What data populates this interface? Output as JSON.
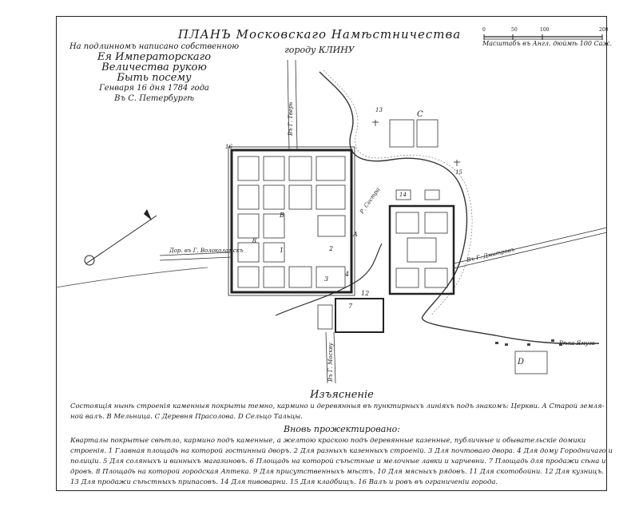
{
  "title": "ПЛАНЪ Московскаго Намѣстничества",
  "subtitle": "городу КЛИНУ",
  "approval": {
    "line1": "На подлинномъ написано собственною",
    "line2": "Ея Императорскаго Величества рукою",
    "line3": "Быть посему",
    "line4": "Генваря 16 дня 1784 года",
    "line5": "Въ С. Петербургѣ"
  },
  "scale": {
    "ticks": [
      "0",
      "50",
      "100",
      "200"
    ],
    "label": "Масштабъ въ Англ. дюймѣ 100 Саж."
  },
  "roads": {
    "tver": "Въ Г. Тверь",
    "volokolamsk": "Дор. въ Г. Волоколамскъ",
    "dmitrov": "Въ Г. Дмитровъ",
    "moscow": "Въ Г. Москву"
  },
  "rivers": {
    "sestra": "Р. Сестра",
    "yamuga": "Рѣка Ямуга"
  },
  "map_letters": [
    "A",
    "B",
    "C",
    "D"
  ],
  "map_numbers": [
    "1",
    "2",
    "3",
    "4",
    "7",
    "8",
    "12",
    "13",
    "14",
    "15",
    "16"
  ],
  "legend": {
    "head": "Изъясненіе",
    "intro": "Состоящія нынѣ строенія каменныя покрыты темно, кармино и деревянныя въ пунктирныхъ линіяхъ подъ знакомъ: Церкви. А Старой земля-ной валъ. В Мельница. С Деревня Прасолова. D Сельцо Тальцы.",
    "new_head": "Вновь прожектировано:",
    "new_text": "Кварталы покрытые свѣтло, кармино подъ каменные, а желтою краскою подъ деревянные казенные, публичные и обывательскіе домики строенія. 1 Главная площадь на которой гостинный дворъ. 2 Для разныхъ казенныхъ строеній. 3 Для почтоваго двора. 4 Для дому Городничаго и полиціи. 5 Для соляныхъ и винныхъ магазиновъ. 6 Площадь на которой съѣстные и мелочные лавки и харчевни. 7 Площадь для продажи сѣна и дровъ. 8 Площадь на которой городская Аптека. 9 Для присутственныхъ мѣстъ. 10 Для мясныхъ рядовъ. 11 Для скотобойни. 12 Для кузницъ. 13 Для продажи съѣстныхъ припасовъ. 14 Для пивоварни. 15 Для кладбищъ. 16 Валъ и ровъ въ ограниченіи города."
  }
}
